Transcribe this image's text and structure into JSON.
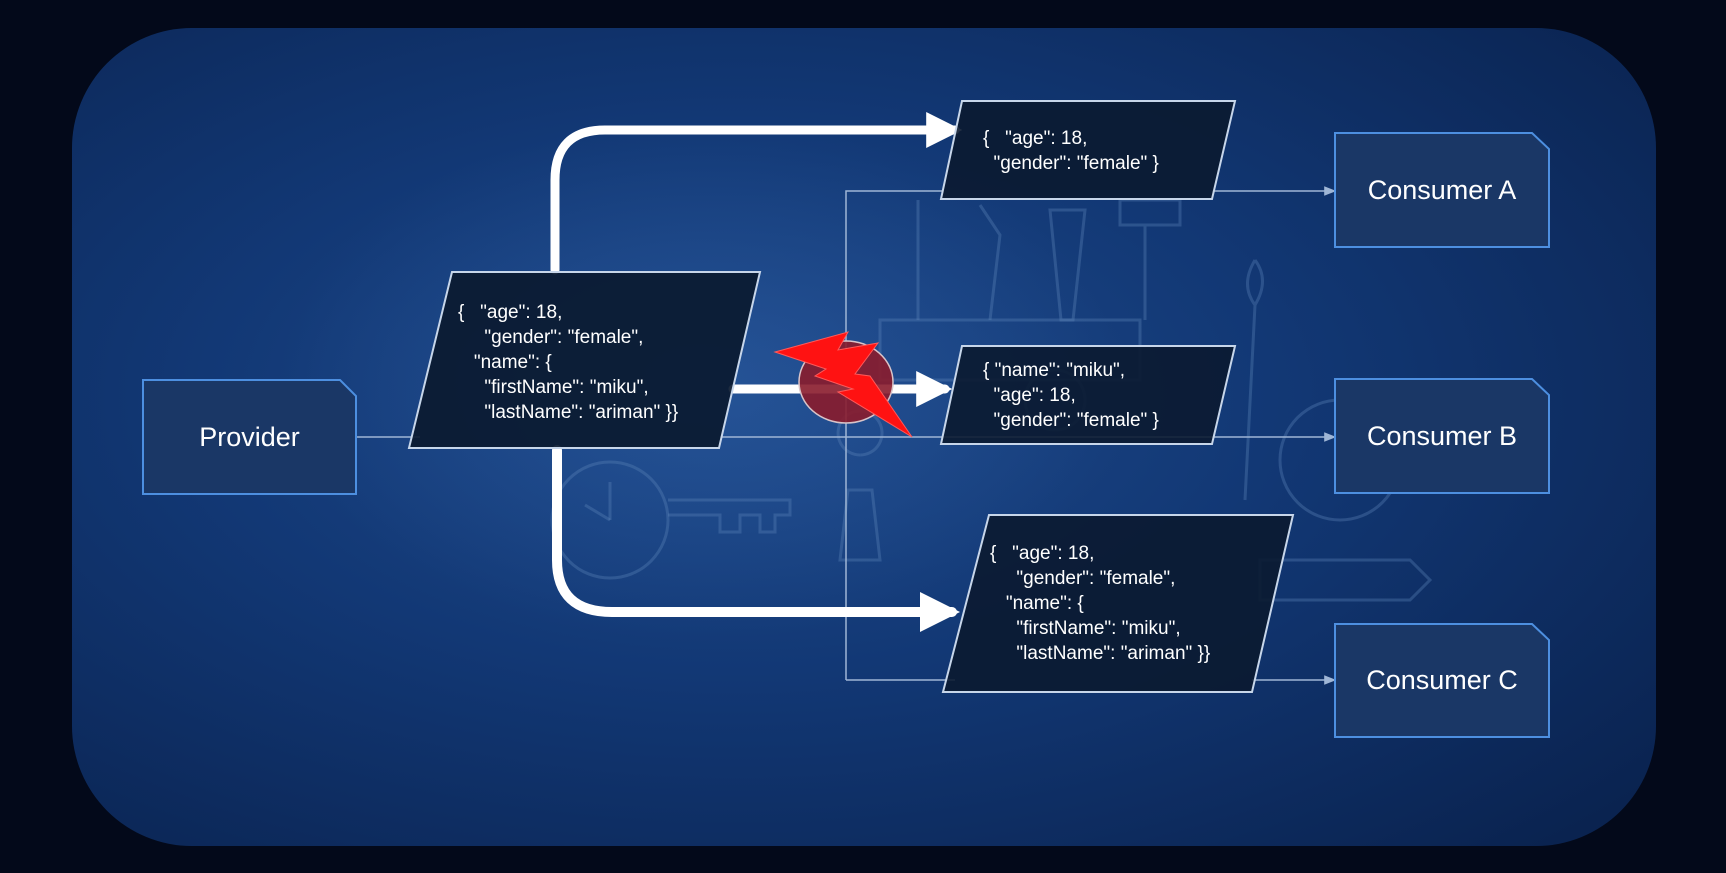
{
  "provider": {
    "label": "Provider",
    "payload": "{   \"age\": 18,\n     \"gender\": \"female\",\n   \"name\": {\n     \"firstName\": \"miku\",\n     \"lastName\": \"ariman\" }}"
  },
  "messages": [
    {
      "id": "a",
      "payload": "{   \"age\": 18,\n  \"gender\": \"female\" }"
    },
    {
      "id": "b",
      "payload": "{ \"name\": \"miku\",\n  \"age\": 18,\n  \"gender\": \"female\" }"
    },
    {
      "id": "c",
      "payload": "{   \"age\": 18,\n     \"gender\": \"female\",\n   \"name\": {\n     \"firstName\": \"miku\",\n     \"lastName\": \"ariman\" }}"
    }
  ],
  "consumers": [
    {
      "id": "a",
      "label": "Consumer A"
    },
    {
      "id": "b",
      "label": "Consumer B"
    },
    {
      "id": "c",
      "label": "Consumer C"
    }
  ],
  "colors": {
    "panel": "#0c2a5c",
    "box_fill": "#1a3766",
    "box_stroke": "#4d8fe0",
    "parallelogram_fill": "#0b1a30",
    "parallelogram_stroke": "#c7d6ea",
    "connector": "#9fb6d6",
    "flow_arrow": "#ffffff",
    "blocked_circle": "#8a1c2c",
    "lightning": "#ff1a1a"
  },
  "icons": {
    "blocked_marker": "lightning-bolt-icon"
  }
}
